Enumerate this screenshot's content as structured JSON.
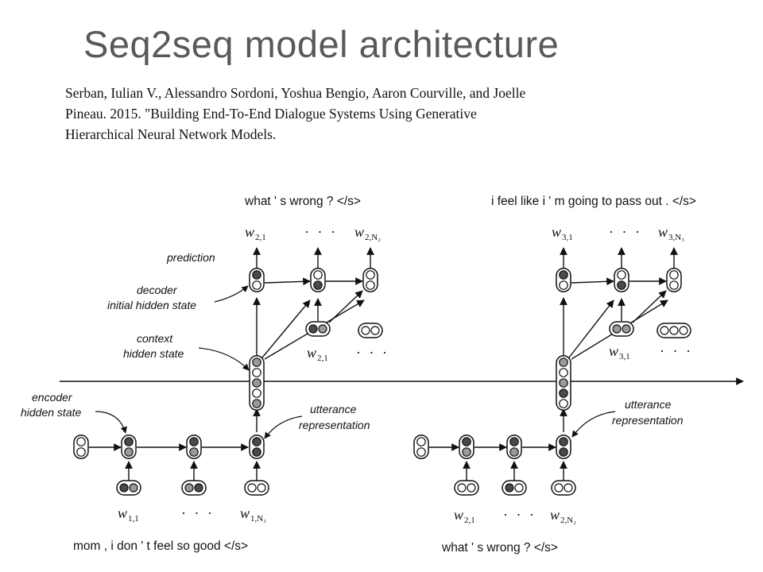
{
  "slide": {
    "title": "Seq2seq model architecture",
    "citation": [
      "Serban, Iulian V., Alessandro Sordoni, Yoshua Bengio, Aaron Courville, and Joelle",
      "Pineau.  2015.  \"Building End-To-End Dialogue Systems Using Generative",
      "Hierarchical Neural Network Models."
    ]
  },
  "diagram": {
    "utterances": {
      "top_left": "what ' s wrong ? </s>",
      "top_right": "i feel like i ' m going to pass out . </s>",
      "bottom_left": "mom , i don ' t feel so good </s>",
      "bottom_right": "what ' s wrong ? </s>"
    },
    "annotations": {
      "prediction": "prediction",
      "decoder_1": "decoder",
      "decoder_2": "initial hidden state",
      "context_1": "context",
      "context_2": "hidden state",
      "encoder_1": "encoder",
      "encoder_2": "hidden state",
      "utt_l_1": "utterance",
      "utt_l_2": "representation",
      "utt_r_1": "utterance",
      "utt_r_2": "representation"
    },
    "tokens": {
      "t_w21": {
        "base": "w",
        "sub": "2,1"
      },
      "t_w2N2": {
        "base": "w",
        "sub": "2,N₂"
      },
      "t_w31": {
        "base": "w",
        "sub": "3,1"
      },
      "t_w3N3": {
        "base": "w",
        "sub": "3,N₃"
      },
      "d_w21": {
        "base": "w",
        "sub": "2,1"
      },
      "d_w31": {
        "base": "w",
        "sub": "3,1"
      },
      "b_w11": {
        "base": "w",
        "sub": "1,1"
      },
      "b_w1N1": {
        "base": "w",
        "sub": "1,N₁"
      },
      "b_w21": {
        "base": "w",
        "sub": "2,1"
      },
      "b_w2N2": {
        "base": "w",
        "sub": "2,N₂"
      }
    },
    "ellipsis": "· · ·"
  }
}
